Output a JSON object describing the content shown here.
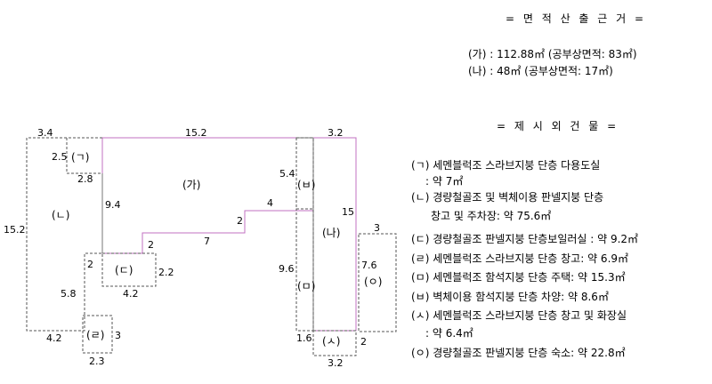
{
  "area_section": {
    "title": "= 면 적 산 출 근 거 =",
    "lines": [
      "(가) : 112.88㎡ (공부상면적: 83㎡)",
      "(나) : 48㎡ (공부상면적: 17㎡)"
    ]
  },
  "annex_section": {
    "title": "= 제 시 외 건 물 =",
    "lines": [
      "(ㄱ) 세멘블럭조 스라브지붕 단층 다용도실",
      ": 약 7㎡",
      "(ㄴ) 경량철골조 및 벽체이용 판넬지붕 단층",
      "창고 및 주차장: 약 75.6㎡",
      "(ㄷ) 경량철골조 판넬지붕 단층보일러실 : 약 9.2㎡",
      "(ㄹ) 세멘블럭조 스라브지붕 단층 창고: 약 6.9㎡",
      "(ㅁ) 세멘블럭조 함석지붕 단층 주택: 약 15.3㎡",
      "(ㅂ) 벽체이용 함석지붕 단층 차양: 약 8.6㎡",
      "(ㅅ) 세멘블럭조 스라브지붕 단층 창고 및 화장실",
      ": 약 6.4㎡",
      "(ㅇ) 경량철골조 판넬지붕 단층 숙소: 약 22.8㎡"
    ]
  },
  "plan": {
    "labels": {
      "ga": "(가)",
      "na": "(나)",
      "giyeok": "(ㄱ)",
      "nieun": "(ㄴ)",
      "digeut": "(ㄷ)",
      "rieul": "(ㄹ)",
      "mieum": "(ㅁ)",
      "bieup": "(ㅂ)",
      "siot": "(ㅅ)",
      "ieung": "(ㅇ)"
    },
    "dims": {
      "d34": "3.4",
      "d152top": "15.2",
      "d32top": "3.2",
      "d25": "2.5",
      "d28": "2.8",
      "d94": "9.4",
      "d152left": "15.2",
      "d54": "5.4",
      "d4": "4",
      "d2a": "2",
      "d7": "7",
      "d2b": "2",
      "d15": "15",
      "d3": "3",
      "d2c": "2",
      "d58": "5.8",
      "d42a": "4.2",
      "d22": "2.2",
      "d96": "9.6",
      "d76": "7.6",
      "d42b": "4.2",
      "d3b": "3",
      "d23": "2.3",
      "d16": "1.6",
      "d2d": "2",
      "d32bot": "3.2"
    }
  }
}
